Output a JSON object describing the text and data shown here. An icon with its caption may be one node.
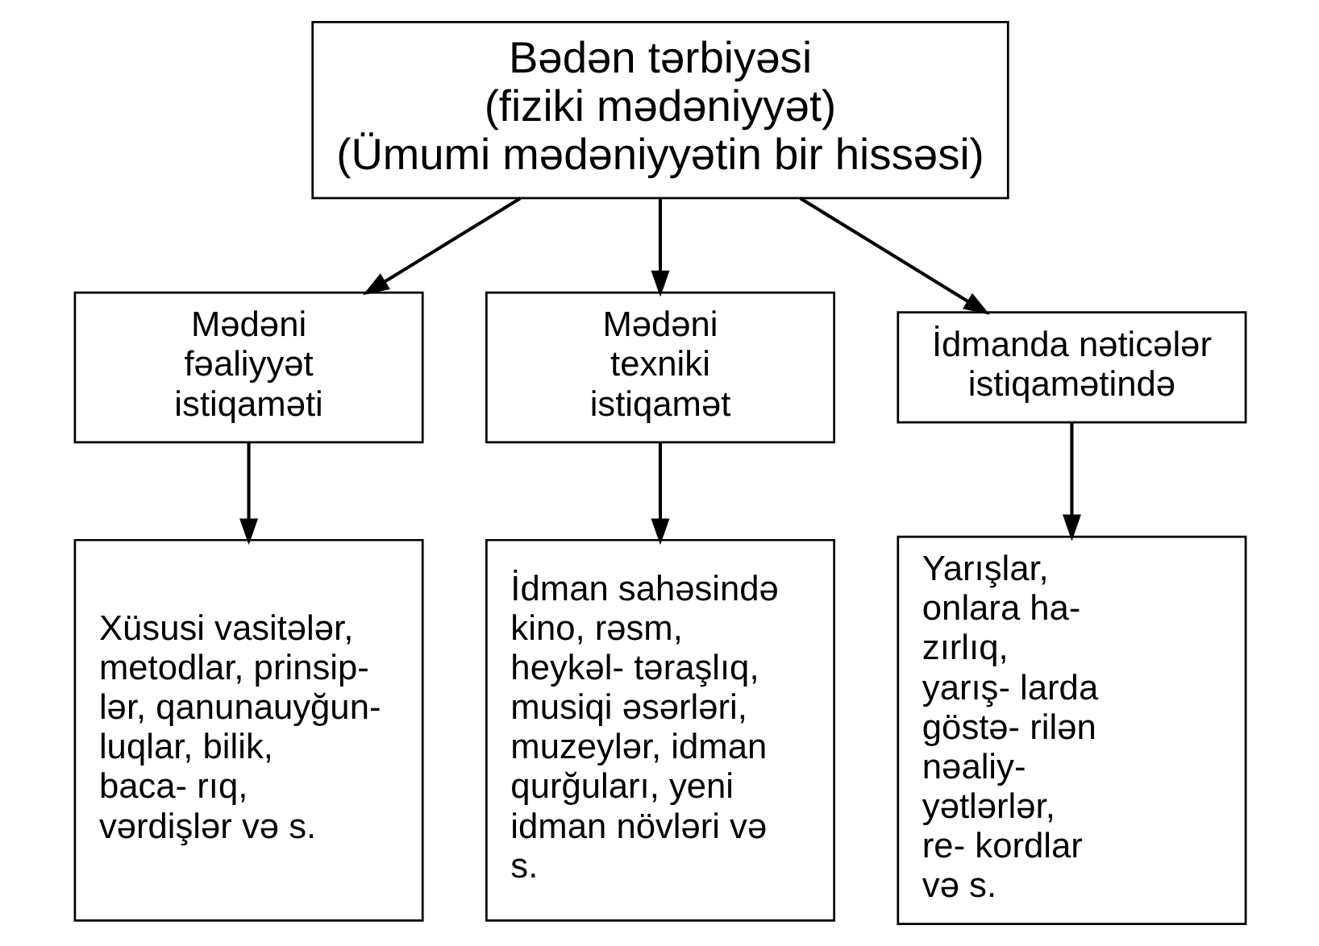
{
  "diagram": {
    "nodes": [
      {
        "text": [
          "Bədən tərbiyəsi",
          "(fiziki mədəniyyət)",
          "(Ümumi mədəniyyətin bir hissəsi)"
        ]
      },
      {
        "text": [
          "Mədəni fəaliyyət istiqaməti"
        ]
      },
      {
        "text": [
          "Mədəni texniki istiqamət"
        ]
      },
      {
        "text": [
          "İdmanda nəticələr istiqamətində"
        ]
      },
      {
        "text": [
          "Xüsusi vasitələr, metodlar, prinsip- lər, qanunauyğun- luqlar, bilik, baca- rıq, vərdişlər və s."
        ]
      },
      {
        "text": [
          "İdman sahəsində kino, rəsm, heykəl- təraşlıq, musiqi əsərləri, muzeylər, idman qurğuları, yeni idman növləri və s."
        ]
      },
      {
        "text": [
          "Yarışlar, onlara ha- zırlıq, yarış- larda göstə- rilən nəaliy- yətlərlər, re- kordlar və s."
        ]
      }
    ],
    "edges": [
      {
        "from": 0,
        "to": 1,
        "arrow": "to"
      },
      {
        "from": 0,
        "to": 2,
        "arrow": "to"
      },
      {
        "from": 0,
        "to": 3,
        "arrow": "to"
      },
      {
        "from": 1,
        "to": 4,
        "arrow": "to"
      },
      {
        "from": 2,
        "to": 5,
        "arrow": "to"
      },
      {
        "from": 3,
        "to": 6,
        "arrow": "to"
      }
    ]
  }
}
